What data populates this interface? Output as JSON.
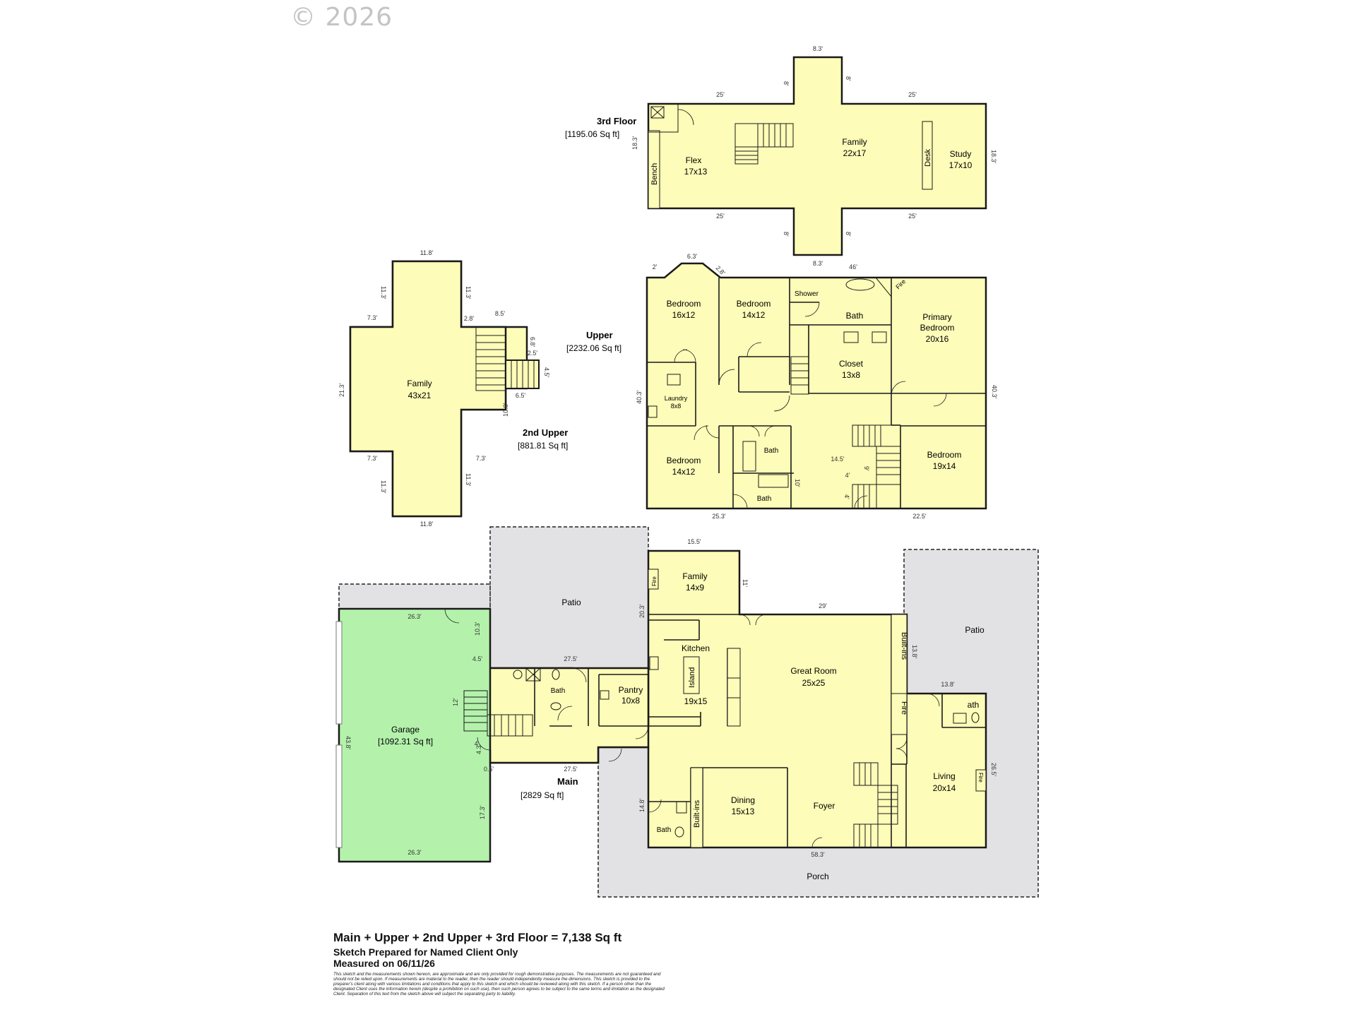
{
  "copyright": "© 2026",
  "floors": {
    "third": {
      "label": "3rd Floor",
      "area": "[1195.06 Sq ft]"
    },
    "upper": {
      "label": "Upper",
      "area": "[2232.06 Sq ft]"
    },
    "second_upper": {
      "label": "2nd Upper",
      "area": "[881.81 Sq ft]"
    },
    "main": {
      "label": "Main",
      "area": "[2829 Sq ft]"
    },
    "garage": {
      "label": "Garage",
      "area": "[1092.31 Sq ft]"
    }
  },
  "rooms": {
    "flex": {
      "name": "Flex",
      "size": "17x13"
    },
    "family3": {
      "name": "Family",
      "size": "22x17"
    },
    "study": {
      "name": "Study",
      "size": "17x10"
    },
    "bench": "Bench",
    "desk": "Desk",
    "family2u": {
      "name": "Family",
      "size": "43x21"
    },
    "bed1": {
      "name": "Bedroom",
      "size": "16x12"
    },
    "bed2": {
      "name": "Bedroom",
      "size": "14x12"
    },
    "shower": "Shower",
    "bath_upper": "Bath",
    "fire_upper": "Fire",
    "primary": {
      "name1": "Primary",
      "name2": "Bedroom",
      "size": "20x16"
    },
    "closet": {
      "name": "Closet",
      "size": "13x8"
    },
    "laundry": {
      "name": "Laundry",
      "size": "8x8"
    },
    "bath_u2": "Bath",
    "bath_u3": "Bath",
    "bed3": {
      "name": "Bedroom",
      "size": "14x12"
    },
    "bed4": {
      "name": "Bedroom",
      "size": "19x14"
    },
    "family_main": {
      "name": "Family",
      "size": "14x9"
    },
    "fire_family": "Fire",
    "kitchen": {
      "name": "Kitchen",
      "size": "19x15"
    },
    "island": "Island",
    "pantry": {
      "name": "Pantry",
      "size": "10x8"
    },
    "bath_main": "Bath",
    "great": {
      "name": "Great Room",
      "size": "25x25"
    },
    "builtins1": "Built-ins",
    "fire_great": "Fire",
    "bath_living": "ath",
    "living": {
      "name": "Living",
      "size": "20x14"
    },
    "fire_living": "Fire",
    "dining": {
      "name": "Dining",
      "size": "15x13"
    },
    "foyer": "Foyer",
    "builtins2": "Built-ins",
    "bath_foyer": "Bath",
    "patio_left": "Patio",
    "patio_right": "Patio",
    "porch": "Porch"
  },
  "dims": {
    "third": [
      "8.3'",
      "8'",
      "8'",
      "25'",
      "25'",
      "18.3'",
      "18.3'",
      "25'",
      "25'",
      "8'",
      "8'",
      "8.3'"
    ],
    "second_upper": [
      "11.8'",
      "11.3'",
      "11.3'",
      "7.3'",
      "2.8'",
      "8.5'",
      "6.8'",
      "2.5'",
      "4.5'",
      "6.5'",
      "21.3'",
      "10.8'",
      "7.3'",
      "7.3'",
      "11.3'",
      "11.3'",
      "11.8'"
    ],
    "upper": [
      "6.3'",
      "2'",
      "2.8'",
      "46'",
      "40.3'",
      "40.3'",
      "14.5'",
      "4'",
      "9'",
      "4'",
      "10'",
      "25.3'",
      "22.5'"
    ],
    "main": [
      "15.5'",
      "11'",
      "20.3'",
      "29'",
      "26.3'",
      "10.3'",
      "4.5'",
      "27.5'",
      "13.8'",
      "13.8'",
      "12'",
      "43.8'",
      "4'",
      "4.3'",
      "0.5'",
      "27.5'",
      "26.5'",
      "14.8'",
      "17.3'",
      "26.3'",
      "58.3'"
    ]
  },
  "footer": {
    "total": "Main + Upper + 2nd Upper + 3rd Floor = 7,138 Sq ft",
    "line2": "Sketch Prepared for Named Client Only",
    "line3": "Measured on 06/11/26",
    "disclaimer": "This sketch and the measurements shown hereon, are approximate and are only provided for rough demonstrative purposes. The measurements are not guaranteed and should not be relied upon. If measurements are material to the reader, then the reader should independently measure the dimensions. This sketch is provided to the preparer's client along with various limitations and conditions that apply to this sketch and which should be reviewed along with this sketch. If a person other than the designated Client uses the information herein (despite a prohibition on such use), then such person agrees to be subject to the same terms and limitation as the designated Client. Separation of this text from the sketch above will subject the separating party to liability."
  },
  "colors": {
    "room": "#fdfcb8",
    "garage": "#b4f2ac",
    "patio": "#e2e2e4",
    "wall": "#1a1a1a"
  }
}
